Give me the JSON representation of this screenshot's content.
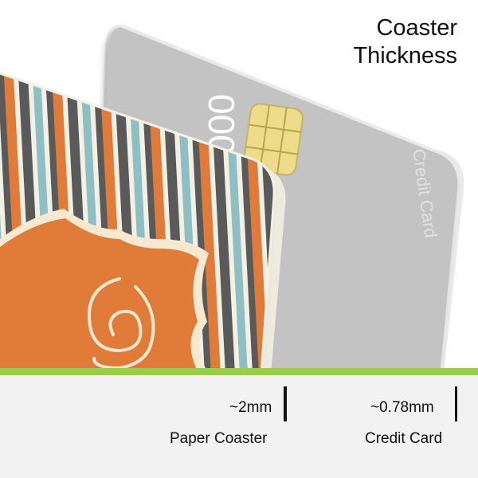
{
  "title": {
    "line1": "Coaster",
    "line2": "Thickness"
  },
  "credit_card": {
    "number_fragment": "000",
    "label": "Credit Card",
    "color": "#c3c3c3",
    "chip_color": "#eedc8a"
  },
  "paper_coaster": {
    "stripe_colors": [
      "#e07b3a",
      "#5a5a5a",
      "#f3f1e6",
      "#8fbfc2",
      "#f3f1e6"
    ],
    "badge_color": "#e07b3a",
    "monogram_color": "#f6e9cf"
  },
  "accent_line_color": "#9acd4f",
  "measurements": {
    "paper": {
      "value": "~2mm",
      "label": "Paper Coaster"
    },
    "card": {
      "value": "~0.78mm",
      "label": "Credit Card"
    }
  }
}
